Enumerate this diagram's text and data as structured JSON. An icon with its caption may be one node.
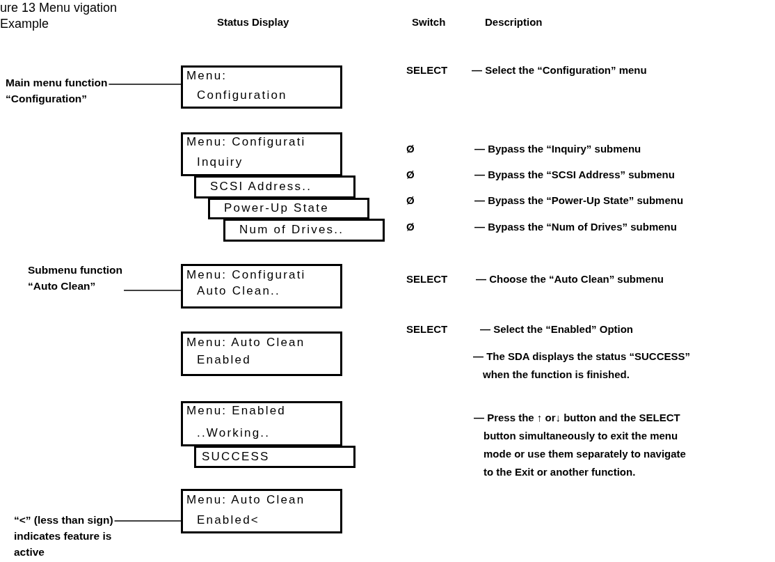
{
  "diagram": {
    "title": "ure 13 Menu vigation Example",
    "nodes": [
      {
        "text": [
          "Main menu function “Configuration”"
        ]
      },
      {
        "text": [
          "Menu:",
          "Configuration"
        ]
      },
      {
        "text": [
          "Menu: Configurati",
          "Inquiry"
        ]
      },
      {
        "text": [
          "SCSI Address.."
        ]
      },
      {
        "text": [
          "Power-Up State"
        ]
      },
      {
        "text": [
          "Num of Drives.."
        ]
      },
      {
        "text": [
          "Submenu function “Auto Clean”"
        ]
      },
      {
        "text": [
          "Menu: Configurati",
          "Auto Clean.."
        ]
      },
      {
        "text": [
          "Menu: Auto Clean",
          "Enabled"
        ]
      },
      {
        "text": [
          "Menu: Enabled",
          "..Working.."
        ]
      },
      {
        "text": [
          "SUCCESS"
        ]
      },
      {
        "text": [
          "“<” (less than sign) indicates feature is active"
        ]
      },
      {
        "text": [
          "Menu: Auto Clean",
          "Enabled<"
        ]
      }
    ],
    "edges": [
      {
        "from": 0,
        "to": 1,
        "arrow": "none"
      },
      {
        "from": 6,
        "to": 7,
        "arrow": "none"
      },
      {
        "from": 11,
        "to": 12,
        "arrow": "none"
      }
    ],
    "labels": [
      "Status Display",
      "Switch",
      "Description",
      "SELECT",
      "— Select the “Configuration” menu",
      "Ø",
      "— Bypass the “Inquiry” submenu",
      "Ø",
      "— Bypass the “SCSI Address” submenu",
      "Ø",
      "— Bypass the “Power-Up State” submenu",
      "Ø",
      "— Bypass the “Num of Drives” submenu",
      "SELECT",
      "— Choose the “Auto Clean” submenu",
      "SELECT",
      "— Select the “Enabled” Option",
      "— The SDA displays the status “SUCCESS” when the function is finished.",
      "— Press the ↑ or↓ button and the SELECT button simultaneously to exit the menu mode or use them separately to navigate to the Exit or another function."
    ]
  }
}
